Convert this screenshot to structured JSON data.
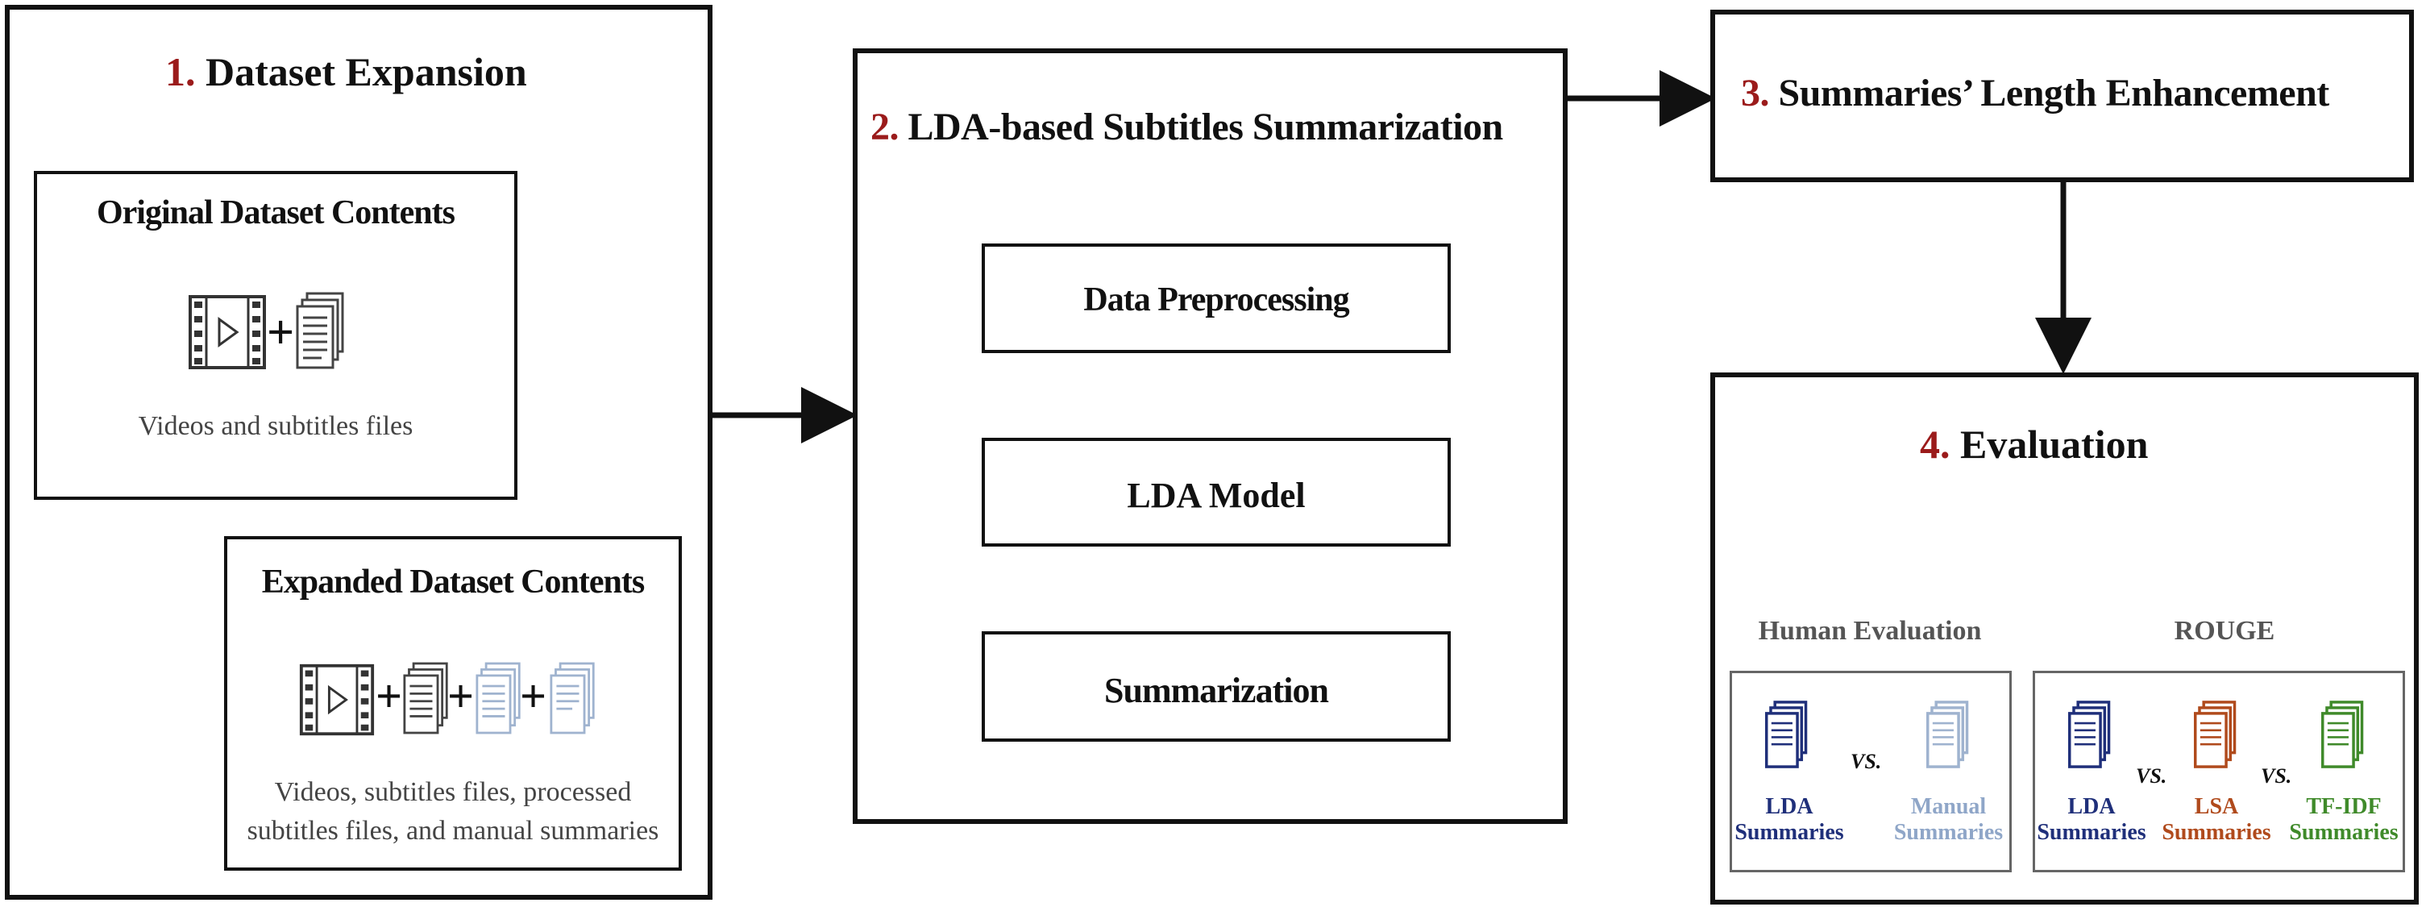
{
  "stage1": {
    "number": "1.",
    "title": "Dataset Expansion",
    "original": {
      "title": "Original Dataset Contents",
      "caption": "Videos and subtitles files"
    },
    "expanded": {
      "title": "Expanded Dataset Contents",
      "caption_line1": "Videos, subtitles files, processed",
      "caption_line2": "subtitles files, and manual summaries"
    }
  },
  "stage2": {
    "number": "2.",
    "title": "LDA-based  Subtitles Summarization",
    "steps": [
      "Data Preprocessing",
      "LDA Model",
      "Summarization"
    ]
  },
  "stage3": {
    "number": "3.",
    "title": "Summaries’ Length Enhancement"
  },
  "stage4": {
    "number": "4.",
    "title": "Evaluation",
    "human": {
      "label": "Human Evaluation",
      "left_line1": "LDA",
      "left_line2": "Summaries",
      "vs": "VS.",
      "right_line1": "Manual",
      "right_line2": "Summaries"
    },
    "rouge": {
      "label": "ROUGE",
      "a_line1": "LDA",
      "a_line2": "Summaries",
      "vs1": "VS.",
      "b_line1": "LSA",
      "b_line2": "Summaries",
      "vs2": "VS.",
      "c_line1": "TF-IDF",
      "c_line2": "Summaries"
    }
  },
  "plus": "+",
  "colors": {
    "number_red": "#9b1b1b",
    "lda_blue": "#1f2f7a",
    "manual_gray_blue": "#8fa6c8",
    "lsa_orange": "#b04a1c",
    "tfidf_green": "#3f8a2a"
  },
  "icons": [
    "video-film-icon",
    "document-icon"
  ]
}
